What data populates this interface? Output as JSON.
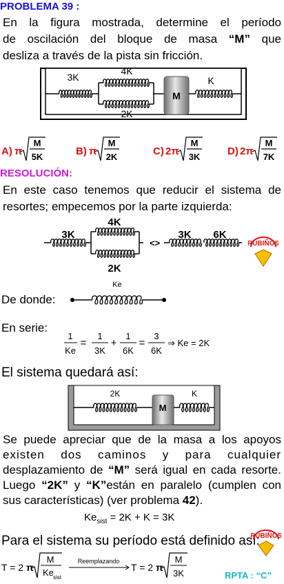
{
  "header": {
    "problem_title": "PROBLEMA 39 :"
  },
  "statement": {
    "line1": "En la figura mostrada, determine el período",
    "line2_pre": "de oscilación del bloque de masa ",
    "line2_M": "“M”",
    "line2_post": " que",
    "line3": "desliza a través de la pista sin fricción."
  },
  "figure1": {
    "label_3k": "3K",
    "label_4k": "4K",
    "label_2k": "2K",
    "label_k": "K",
    "mass_label": "M"
  },
  "options": {
    "a": {
      "letter": "A)",
      "coef": "π",
      "num": "M",
      "den": "5K"
    },
    "b": {
      "letter": "B)",
      "coef": "π",
      "num": "M",
      "den": "2K"
    },
    "c": {
      "letter": "C)",
      "coef": "2π",
      "num": "M",
      "den": "3K"
    },
    "d": {
      "letter": "D)",
      "coef": "2π",
      "num": "M",
      "den": "7K"
    }
  },
  "resolution": {
    "heading": "RESOLUCIÓN:",
    "line1": "En este caso tenemos que reducir el sistema de",
    "line2": "resortes; empecemos por la parte izquierda:"
  },
  "figure2": {
    "label_3k": "3K",
    "label_4k": "4K",
    "label_2k": "2K",
    "arrow": "<>",
    "label_3k_b": "3K",
    "label_6k": "6K"
  },
  "logo": {
    "name": "RUBIÑOS"
  },
  "de_donde": {
    "text": "De donde:",
    "spring_label": "Ke"
  },
  "en_serie": {
    "text": "En serie:",
    "formula": {
      "n1": "1",
      "d1": "Ke",
      "n2": "1",
      "d2": "3K",
      "plus": "+",
      "n3": "1",
      "d3": "6K",
      "eq": "=",
      "n4": "3",
      "d4": "6K",
      "result": "⇒ Ke = 2K"
    }
  },
  "sistema": {
    "text": "El sistema quedará así:"
  },
  "figure3": {
    "label_2k": "2K",
    "label_k": "K",
    "mass_label": "M"
  },
  "paragraph": {
    "l1": "Se puede apreciar que de la masa a los apoyos",
    "l2": "existen dos caminos y para cualquier",
    "l3_pre": "desplazamiento de ",
    "l3_M": "“M”",
    "l3_post": " será igual en cada resorte.",
    "l4_pre": "Luego ",
    "l4_2k": "“2K”",
    "l4_y": " y ",
    "l4_k": "“K”",
    "l4_post": "están en paralelo (cumplen con",
    "l5_pre": "sus características) (ver problema ",
    "l5_num": "42",
    "l5_post": ")."
  },
  "ksist": {
    "lhs": "Ke",
    "sub": "sist",
    "rhs": "= 2K + K = 3K"
  },
  "periodo": {
    "text": "Para el sistema su período está definido así:"
  },
  "final_formula": {
    "t1": "T = 2",
    "pi": "π",
    "num": "M",
    "den": "Ke",
    "den_sub": "sist",
    "arrow_label": "Reemplazando",
    "t2": "T = 2",
    "num2": "M",
    "den2": "3K"
  },
  "answer": {
    "text": "RPTA :  “C”"
  }
}
